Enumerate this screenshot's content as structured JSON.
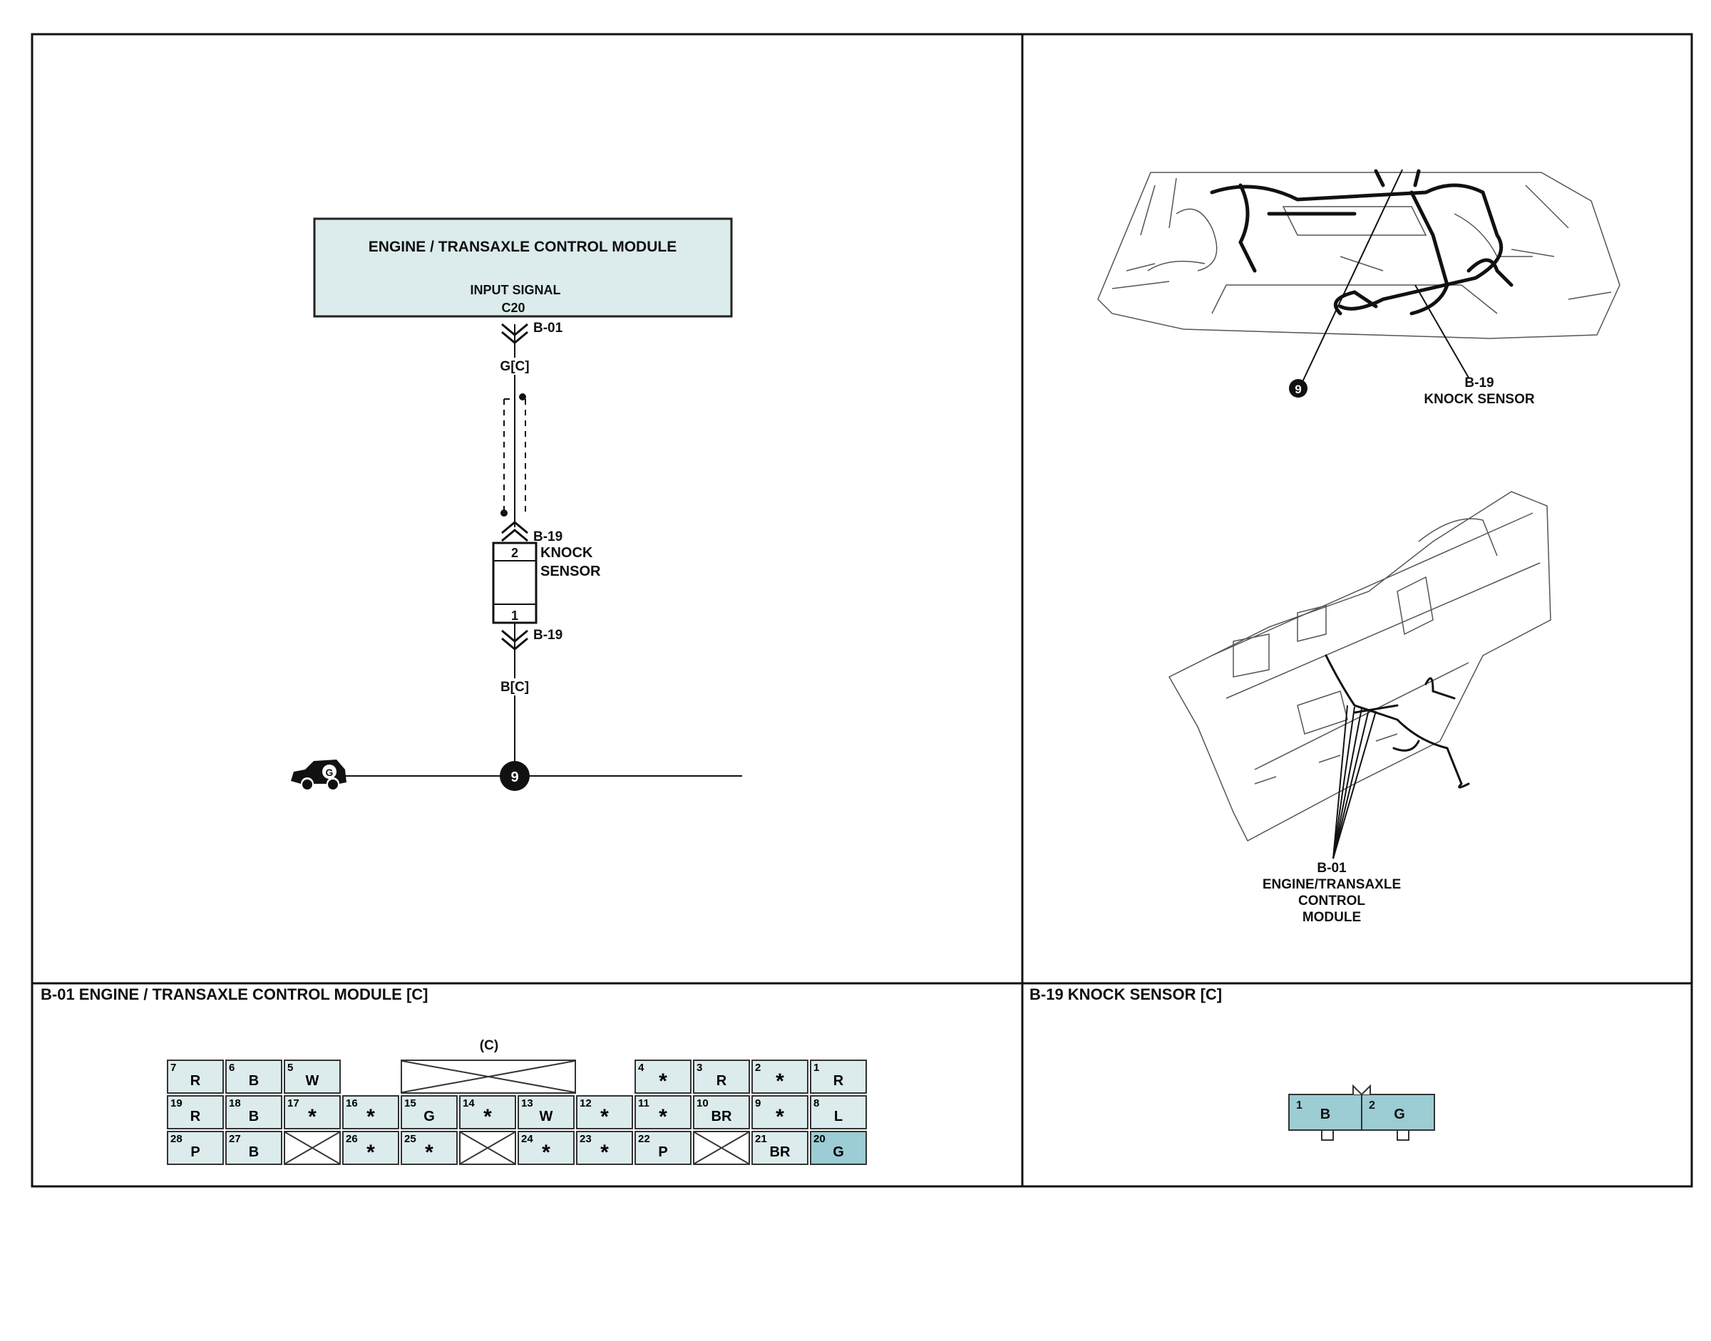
{
  "module_box": {
    "title": "ENGINE / TRANSAXLE CONTROL MODULE",
    "signal": "INPUT SIGNAL",
    "pin": "C20"
  },
  "schematic": {
    "connector_top": "B-01",
    "wire_top": "G[C]",
    "connector_sensor_top": "B-19",
    "sensor_name": [
      "KNOCK",
      "SENSOR"
    ],
    "sensor_pin_top": "2",
    "sensor_pin_bottom": "1",
    "connector_sensor_bottom": "B-19",
    "wire_bottom": "B[C]",
    "ground_point": "9",
    "ground_symbol": "G"
  },
  "locator_top": {
    "callout_number": "9",
    "label": [
      "B-19",
      "KNOCK SENSOR"
    ]
  },
  "locator_bottom": {
    "label": [
      "B-01",
      "ENGINE/TRANSAXLE",
      "CONTROL",
      "MODULE"
    ]
  },
  "connector_b01": {
    "title": "B-01 ENGINE / TRANSAXLE CONTROL MODULE [C]",
    "subtitle": "(C)",
    "rows": [
      [
        {
          "n": "7",
          "c": "R"
        },
        {
          "n": "6",
          "c": "B"
        },
        {
          "n": "5",
          "c": "W"
        },
        {
          "gap": true
        },
        {
          "cap": true
        },
        {
          "cap": true
        },
        {
          "cap": true
        },
        {
          "gap": true
        },
        {
          "n": "4",
          "c": "*"
        },
        {
          "n": "3",
          "c": "R"
        },
        {
          "n": "2",
          "c": "*"
        },
        {
          "n": "1",
          "c": "R"
        }
      ],
      [
        {
          "n": "19",
          "c": "R"
        },
        {
          "n": "18",
          "c": "B"
        },
        {
          "n": "17",
          "c": "*"
        },
        {
          "n": "16",
          "c": "*"
        },
        {
          "n": "15",
          "c": "G"
        },
        {
          "n": "14",
          "c": "*"
        },
        {
          "n": "13",
          "c": "W"
        },
        {
          "n": "12",
          "c": "*"
        },
        {
          "n": "11",
          "c": "*"
        },
        {
          "n": "10",
          "c": "BR"
        },
        {
          "n": "9",
          "c": "*"
        },
        {
          "n": "8",
          "c": "L"
        }
      ],
      [
        {
          "n": "28",
          "c": "P"
        },
        {
          "n": "27",
          "c": "B"
        },
        {
          "blank": true
        },
        {
          "n": "26",
          "c": "*"
        },
        {
          "n": "25",
          "c": "*"
        },
        {
          "blank": true
        },
        {
          "n": "24",
          "c": "*"
        },
        {
          "n": "23",
          "c": "*"
        },
        {
          "n": "22",
          "c": "P"
        },
        {
          "blank": true
        },
        {
          "n": "21",
          "c": "BR"
        },
        {
          "n": "20",
          "c": "G",
          "hl": true
        }
      ]
    ]
  },
  "connector_b19": {
    "title": "B-19 KNOCK SENSOR [C]",
    "pins": [
      {
        "n": "1",
        "c": "B"
      },
      {
        "n": "2",
        "c": "G"
      }
    ]
  },
  "colors": {
    "module_fill": "#dcebec",
    "pin_fill": "#dcebec",
    "pin_highlight": "#9cccd4",
    "connector_fill": "#9cccd4"
  }
}
